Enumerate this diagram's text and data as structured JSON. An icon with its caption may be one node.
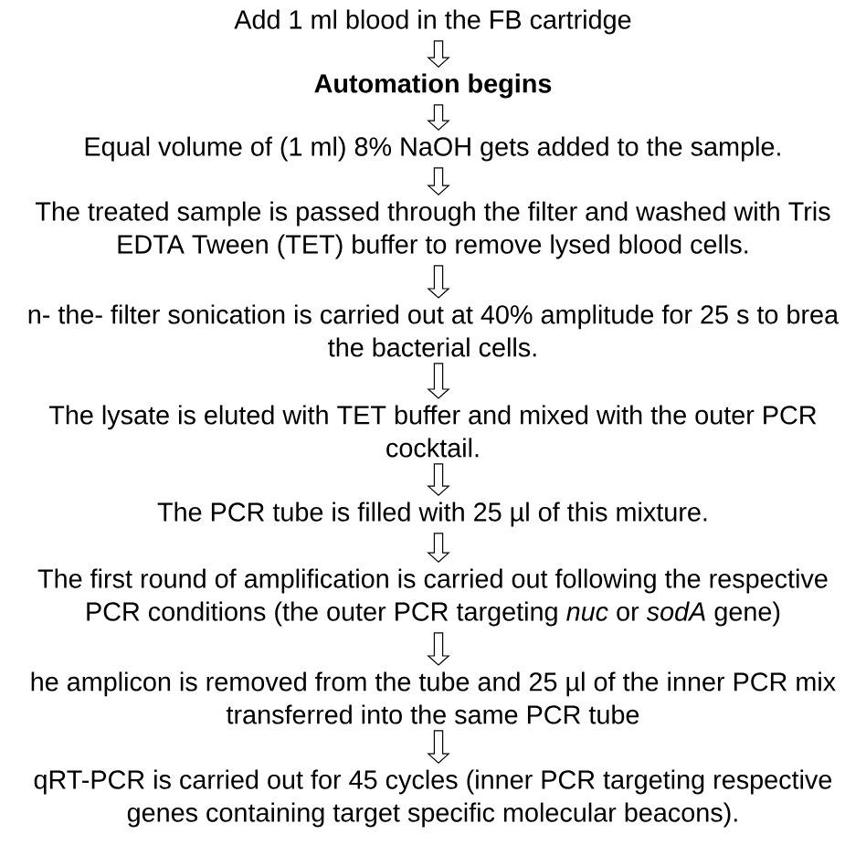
{
  "diagram": {
    "nodes": [
      {
        "text": [
          "Add 1 ml blood in the FB cartridge"
        ]
      },
      {
        "text": [
          "Automation begins"
        ]
      },
      {
        "text": [
          "Equal volume of (1 ml) 8% NaOH gets added to the sample."
        ]
      },
      {
        "text": [
          "The treated sample is passed through the filter and washed with Tris EDTA Tween (TET) buffer to remove lysed blood cells."
        ]
      },
      {
        "text": [
          "n- the- filter sonication is carried out at 40% amplitude for 25 s to brea the bacterial cells."
        ]
      },
      {
        "text": [
          "The lysate is eluted with TET buffer and mixed with the outer PCR cocktail."
        ]
      },
      {
        "text": [
          "The PCR tube is filled with 25 µl of this mixture."
        ]
      },
      {
        "text": [
          "The first round of amplification is carried out following the respective PCR conditions (the outer PCR targeting *nuc* or *sodA* gene)"
        ]
      },
      {
        "text": [
          "he amplicon is removed from the tube and 25 µl of the inner PCR mix transferred into the same PCR tube"
        ]
      },
      {
        "text": [
          "qRT-PCR is carried out for 45 cycles (inner PCR targeting respective genes containing target specific molecular beacons)."
        ]
      }
    ],
    "edges": [
      {
        "from": 0,
        "to": 1,
        "arrow": "to"
      },
      {
        "from": 1,
        "to": 2,
        "arrow": "to"
      },
      {
        "from": 2,
        "to": 3,
        "arrow": "to"
      },
      {
        "from": 3,
        "to": 4,
        "arrow": "to"
      },
      {
        "from": 4,
        "to": 5,
        "arrow": "to"
      },
      {
        "from": 5,
        "to": 6,
        "arrow": "to"
      },
      {
        "from": 6,
        "to": 7,
        "arrow": "to"
      },
      {
        "from": 7,
        "to": 8,
        "arrow": "to"
      },
      {
        "from": 8,
        "to": 9,
        "arrow": "to"
      }
    ]
  }
}
